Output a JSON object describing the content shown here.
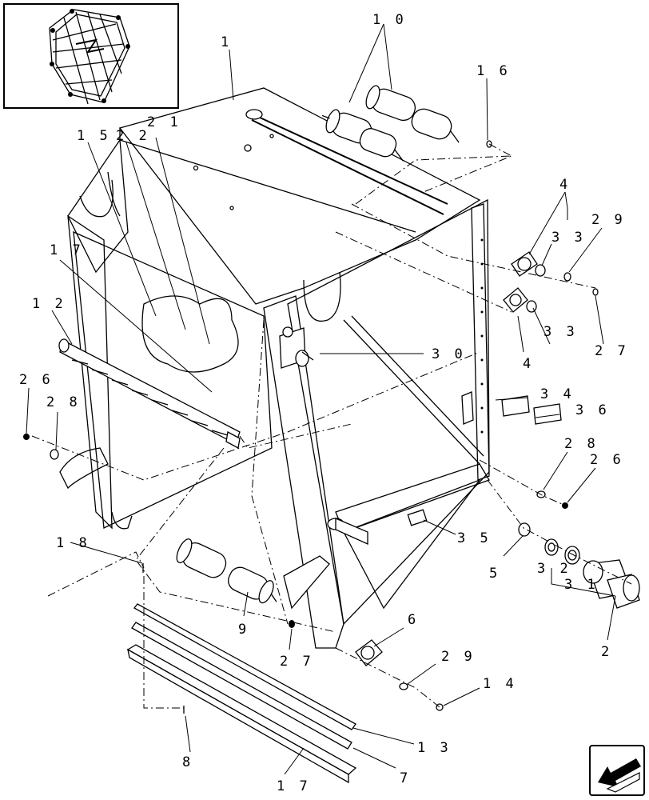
{
  "diagram": {
    "labels": [
      {
        "id": "lbl-1",
        "text": "1"
      },
      {
        "id": "lbl-10",
        "text": "1 0"
      },
      {
        "id": "lbl-16",
        "text": "1 6"
      },
      {
        "id": "lbl-15",
        "text": "1 5"
      },
      {
        "id": "lbl-22",
        "text": "2 2"
      },
      {
        "id": "lbl-21",
        "text": "2 1"
      },
      {
        "id": "lbl-4a",
        "text": "4"
      },
      {
        "id": "lbl-29a",
        "text": "2 9"
      },
      {
        "id": "lbl-33a",
        "text": "3 3"
      },
      {
        "id": "lbl-33b",
        "text": "3 3"
      },
      {
        "id": "lbl-4b",
        "text": "4"
      },
      {
        "id": "lbl-27a",
        "text": "2 7"
      },
      {
        "id": "lbl-17a",
        "text": "1 7"
      },
      {
        "id": "lbl-12",
        "text": "1 2"
      },
      {
        "id": "lbl-30",
        "text": "3 0"
      },
      {
        "id": "lbl-26a",
        "text": "2 6"
      },
      {
        "id": "lbl-28a",
        "text": "2 8"
      },
      {
        "id": "lbl-34",
        "text": "3 4"
      },
      {
        "id": "lbl-36",
        "text": "3 6"
      },
      {
        "id": "lbl-28b",
        "text": "2 8"
      },
      {
        "id": "lbl-26b",
        "text": "2 6"
      },
      {
        "id": "lbl-18",
        "text": "1 8"
      },
      {
        "id": "lbl-35",
        "text": "3 5"
      },
      {
        "id": "lbl-5",
        "text": "5"
      },
      {
        "id": "lbl-32",
        "text": "3 2"
      },
      {
        "id": "lbl-31",
        "text": "3 1"
      },
      {
        "id": "lbl-9",
        "text": "9"
      },
      {
        "id": "lbl-6",
        "text": "6"
      },
      {
        "id": "lbl-27b",
        "text": "2 7"
      },
      {
        "id": "lbl-29b",
        "text": "2 9"
      },
      {
        "id": "lbl-2",
        "text": "2"
      },
      {
        "id": "lbl-14",
        "text": "1 4"
      },
      {
        "id": "lbl-13",
        "text": "1 3"
      },
      {
        "id": "lbl-7",
        "text": "7"
      },
      {
        "id": "lbl-17b",
        "text": "1 7"
      },
      {
        "id": "lbl-8",
        "text": "8"
      }
    ]
  }
}
